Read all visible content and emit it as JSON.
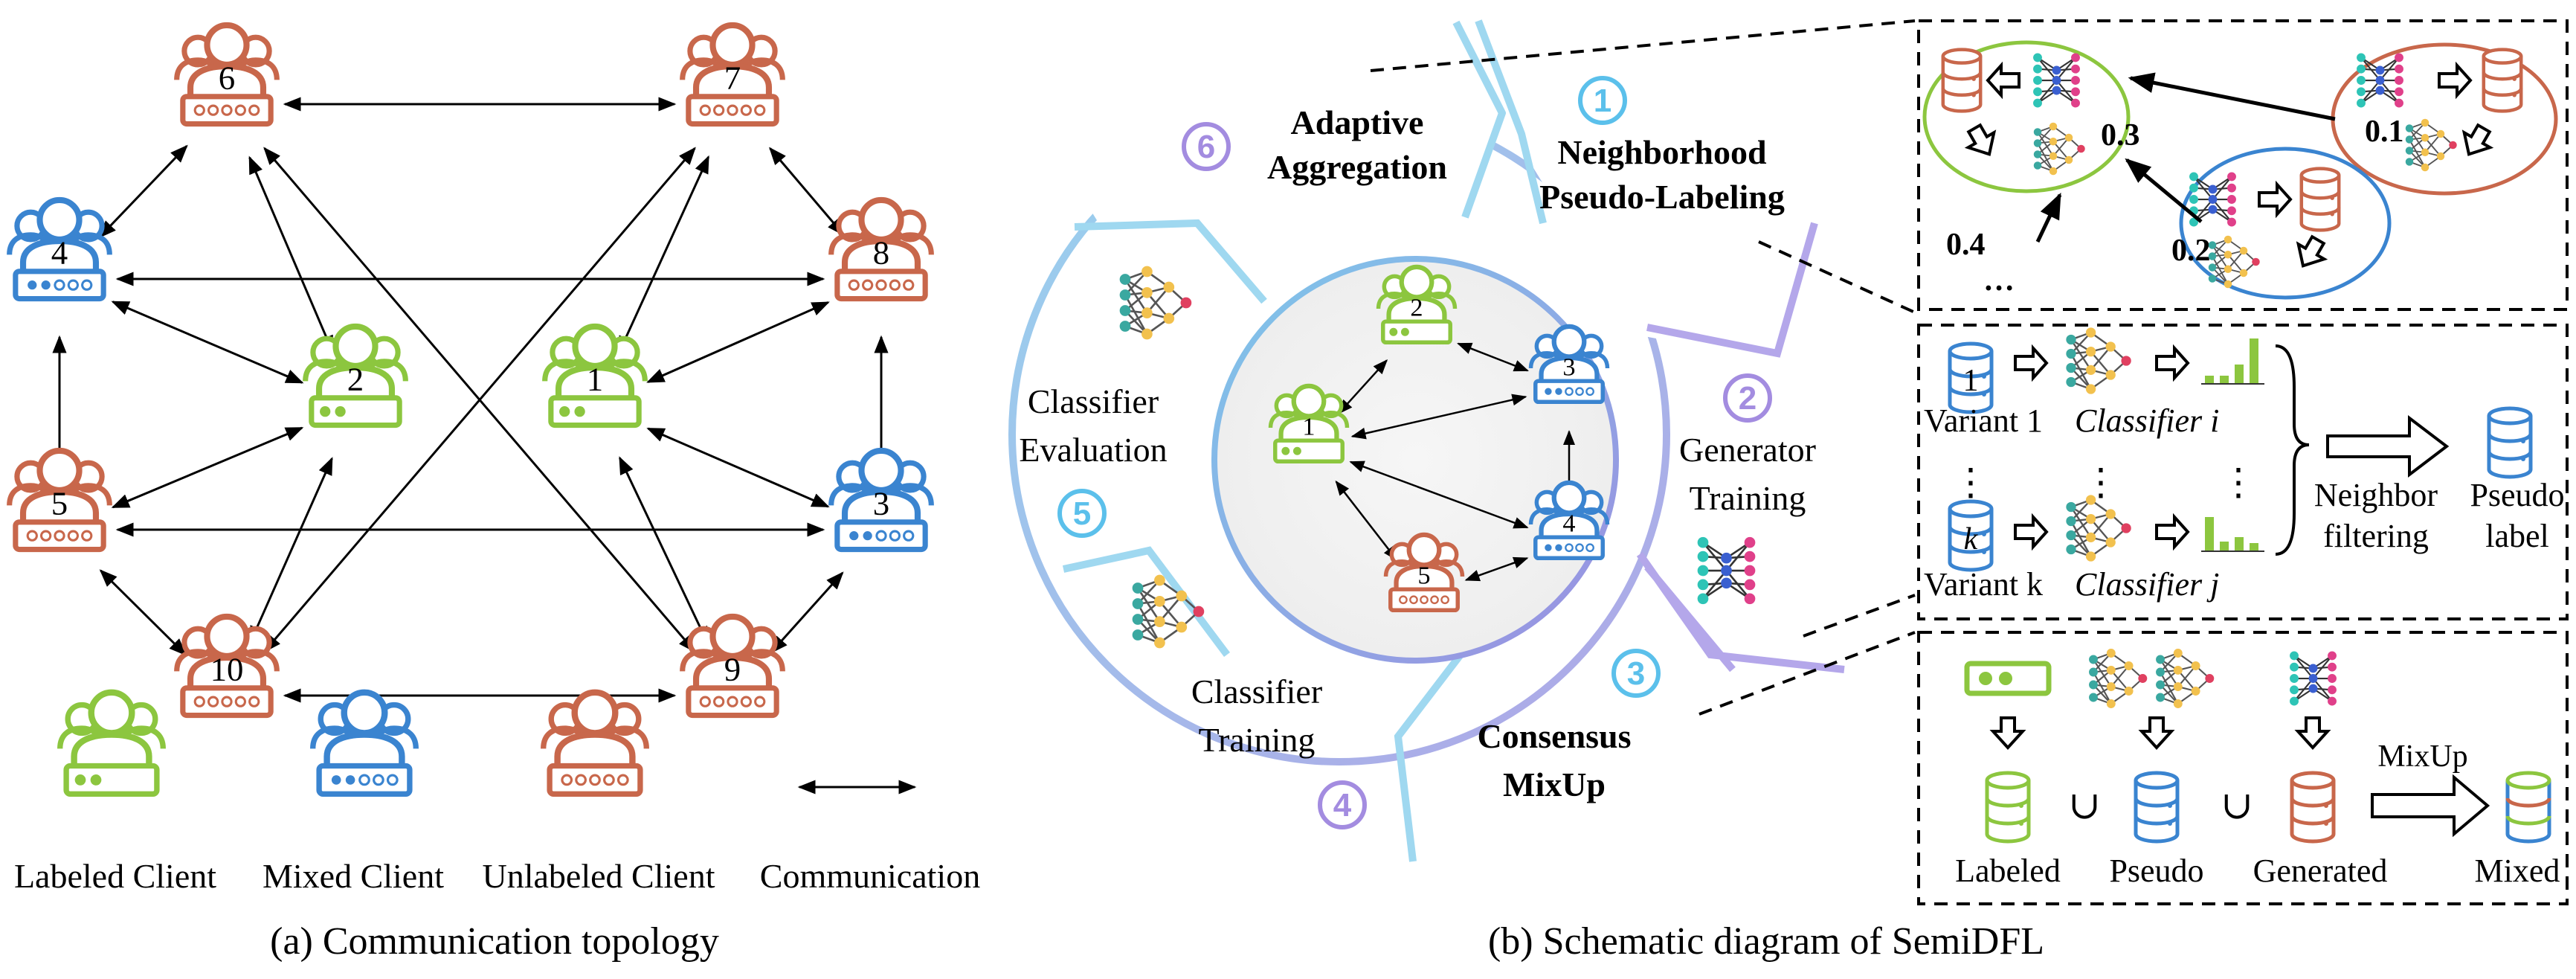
{
  "panel_a": {
    "caption": "(a) Communication topology",
    "nodes": [
      {
        "id": "1",
        "type": "labeled"
      },
      {
        "id": "2",
        "type": "labeled"
      },
      {
        "id": "3",
        "type": "mixed"
      },
      {
        "id": "4",
        "type": "mixed"
      },
      {
        "id": "5",
        "type": "unlabeled"
      },
      {
        "id": "6",
        "type": "unlabeled"
      },
      {
        "id": "7",
        "type": "unlabeled"
      },
      {
        "id": "8",
        "type": "unlabeled"
      },
      {
        "id": "9",
        "type": "unlabeled"
      },
      {
        "id": "10",
        "type": "unlabeled"
      }
    ],
    "edges": [
      [
        "6",
        "7"
      ],
      [
        "6",
        "4"
      ],
      [
        "6",
        "2"
      ],
      [
        "6",
        "9"
      ],
      [
        "7",
        "8"
      ],
      [
        "7",
        "1"
      ],
      [
        "7",
        "10"
      ],
      [
        "4",
        "8"
      ],
      [
        "4",
        "2"
      ],
      [
        "4",
        "5"
      ],
      [
        "8",
        "1"
      ],
      [
        "8",
        "3"
      ],
      [
        "5",
        "2"
      ],
      [
        "5",
        "3"
      ],
      [
        "5",
        "10"
      ],
      [
        "10",
        "2"
      ],
      [
        "10",
        "9"
      ],
      [
        "9",
        "1"
      ],
      [
        "9",
        "3"
      ],
      [
        "1",
        "3"
      ]
    ],
    "legend": {
      "labeled": "Labeled Client",
      "mixed": "Mixed Client",
      "unlabeled": "Unlabeled Client",
      "communication": "Communication"
    }
  },
  "panel_b": {
    "caption": "(b) Schematic diagram of SemiDFL",
    "steps": [
      {
        "num": "1",
        "label_line1": "Neighborhood",
        "label_line2": "Pseudo-Labeling"
      },
      {
        "num": "2",
        "label_line1": "Generator",
        "label_line2": "Training"
      },
      {
        "num": "3",
        "label_line1": "Consensus",
        "label_line2": "MixUp"
      },
      {
        "num": "4",
        "label_line1": "Classifier",
        "label_line2": "Training"
      },
      {
        "num": "5",
        "label_line1": "Classifier",
        "label_line2": "Evaluation"
      },
      {
        "num": "6",
        "label_line1": "Adaptive",
        "label_line2": "Aggregation"
      }
    ],
    "inner_nodes": [
      "1",
      "2",
      "3",
      "4",
      "5"
    ],
    "box1": {
      "weights": [
        "0.3",
        "0.1",
        "0.2",
        "0.4"
      ],
      "ellipsis": "…"
    },
    "box2": {
      "variant_1": "Variant 1",
      "classifier_i": "Classifier i",
      "variant_k": "Variant k",
      "classifier_j": "Classifier j",
      "db_1": "1",
      "db_k": "k",
      "dots": "⋮",
      "filter_line1": "Neighbor",
      "filter_line2": "filtering",
      "pseudo_line1": "Pseudo",
      "pseudo_line2": "label"
    },
    "box3": {
      "labeled": "Labeled",
      "pseudo": "Pseudo",
      "generated": "Generated",
      "mixed": "Mixed",
      "mixup": "MixUp",
      "union": "∪"
    }
  },
  "colors": {
    "labeled": "#8cc63f",
    "mixed": "#3a84d0",
    "unlabeled": "#c8674b",
    "ring_blue": "#7ec7ea",
    "ring_purple": "#9b8fe0",
    "step_num_blue": "#5bc0eb",
    "step_num_purple": "#a38ce0"
  }
}
